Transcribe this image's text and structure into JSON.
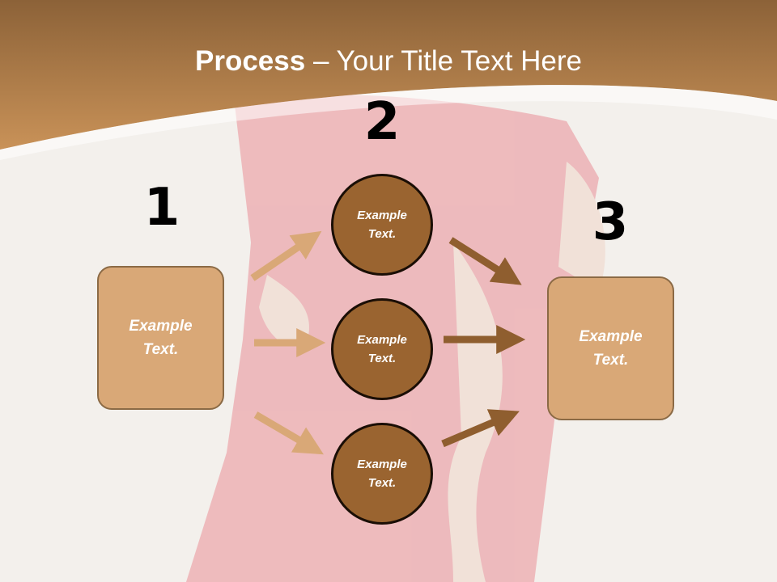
{
  "slide": {
    "title_bold": "Process",
    "title_rest": " – Your Title Text Here"
  },
  "numbers": [
    "1",
    "2",
    "3"
  ],
  "left_box": {
    "text": "Example\nText."
  },
  "right_box": {
    "text": "Example\nText."
  },
  "circles": [
    {
      "text": "Example\nText."
    },
    {
      "text": "Example\nText."
    },
    {
      "text": "Example\nText."
    }
  ],
  "colors": {
    "header": "#b57d45",
    "box_fill": "#d9a877",
    "circle_fill": "#9a6430",
    "arrow_light": "#d9a877",
    "arrow_dark": "#8f5e2f"
  }
}
